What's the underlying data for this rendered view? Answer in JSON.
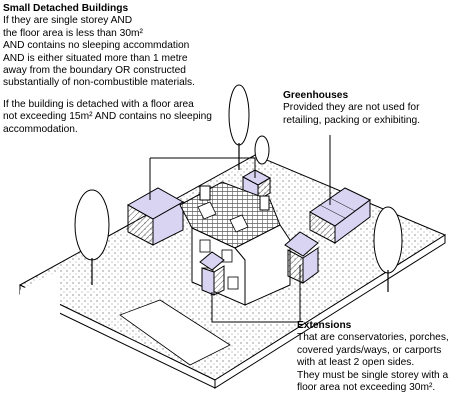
{
  "small_detached": {
    "heading": "Small Detached Buildings",
    "lines": [
      "If they are single storey AND",
      "the floor area is less than 30m²",
      "AND contains no sleeping accommdation",
      "AND is either situated more than 1 metre",
      "away from the boundary OR constructed",
      "substantially of non-combustible materials."
    ],
    "lines2": [
      "If the building is detached with a floor area",
      "not exceeding 15m² AND contains no sleeping",
      "accommodation."
    ]
  },
  "greenhouses": {
    "heading": "Greenhouses",
    "lines": [
      "Provided they are not used for",
      "retailing, packing or exhibiting."
    ]
  },
  "extensions": {
    "heading": "Extensions",
    "lines": [
      "That are conservatories, porches,",
      "covered yards/ways, or carports",
      "with at least 2 open sides.",
      "They must be single storey with a",
      "floor area not exceeding 30m²."
    ]
  },
  "colors": {
    "building_fill": "#d8d4f2",
    "outline": "#000000",
    "ground_dots": "#555555"
  }
}
